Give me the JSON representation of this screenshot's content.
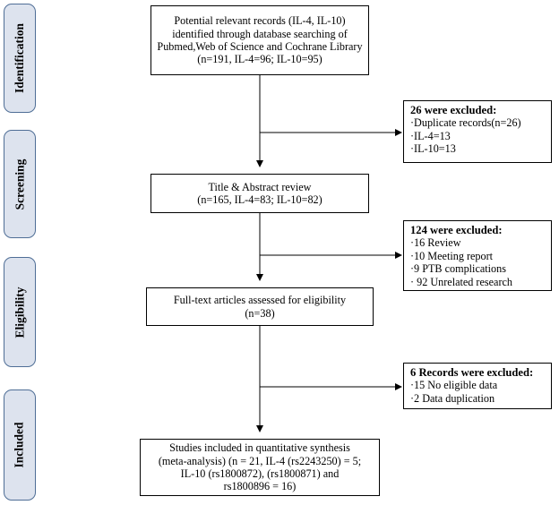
{
  "stages": [
    {
      "id": "identification",
      "label": "Identification"
    },
    {
      "id": "screening",
      "label": "Screening"
    },
    {
      "id": "eligibility",
      "label": "Eligibility"
    },
    {
      "id": "included",
      "label": "Included"
    }
  ],
  "main_boxes": {
    "identification": {
      "lines": [
        "Potential relevant records (IL-4, IL-10)",
        "identified through database searching of",
        "Pubmed,Web of Science and Cochrane Library",
        "(n=191, IL-4=96; IL-10=95)"
      ]
    },
    "screening": {
      "lines": [
        "Title & Abstract review",
        "(n=165, IL-4=83; IL-10=82)"
      ]
    },
    "eligibility": {
      "lines": [
        "Full-text articles assessed for eligibility",
        "(n=38)"
      ]
    },
    "included": {
      "lines": [
        "Studies included in quantitative synthesis",
        "(meta-analysis) (n = 21, IL-4 (rs2243250) = 5;",
        "IL-10 (rs1800872), (rs1800871) and",
        "rs1800896 = 16)"
      ]
    }
  },
  "exclusion_boxes": {
    "first": {
      "heading": "26 were excluded:",
      "items": [
        "·Duplicate records(n=26)",
        "·IL-4=13",
        "·IL-10=13"
      ]
    },
    "second": {
      "heading": "124 were excluded:",
      "items": [
        "·16 Review",
        "·10 Meeting report",
        "·9 PTB complications",
        "· 92 Unrelated research"
      ]
    },
    "third": {
      "heading": "6 Records were excluded:",
      "items": [
        "·15 No eligible data",
        "·2 Data duplication"
      ]
    }
  },
  "colors": {
    "stage_fill": "#dde3ee",
    "stage_border": "#4f6e96",
    "box_border": "#000000",
    "arrow": "#000000"
  }
}
